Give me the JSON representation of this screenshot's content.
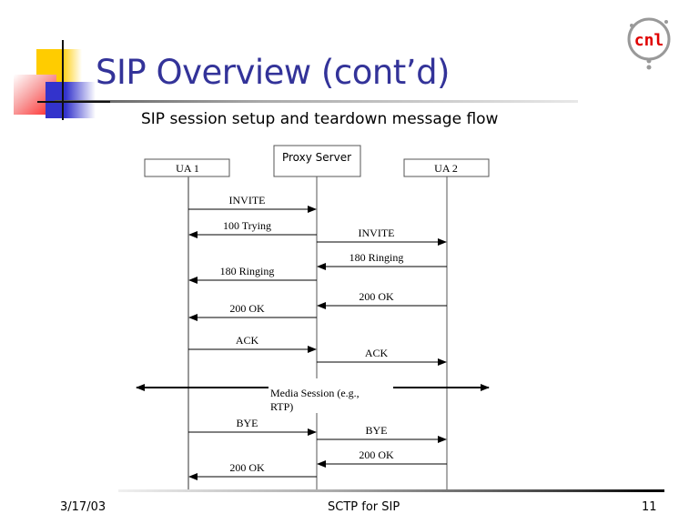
{
  "slide": {
    "title": "SIP Overview (cont’d)",
    "subtitle": "SIP session setup and teardown message flow",
    "logo_text": "cnl",
    "accent_colors": {
      "title": "#333399",
      "yellow": "#ffcc00",
      "red": "#ff2020",
      "blue": "#3333cc",
      "logo": "#e00000"
    }
  },
  "diagram": {
    "participants": [
      {
        "id": "ua1",
        "label": "UA 1"
      },
      {
        "id": "proxy",
        "label": "Proxy Server"
      },
      {
        "id": "ua2",
        "label": "UA 2"
      }
    ],
    "messages": [
      {
        "label": "INVITE",
        "from": "ua1",
        "to": "proxy"
      },
      {
        "label": "100 Trying",
        "from": "proxy",
        "to": "ua1"
      },
      {
        "label": "INVITE",
        "from": "proxy",
        "to": "ua2"
      },
      {
        "label": "180 Ringing",
        "from": "ua2",
        "to": "proxy"
      },
      {
        "label": "180 Ringing",
        "from": "proxy",
        "to": "ua1"
      },
      {
        "label": "200  OK",
        "from": "ua2",
        "to": "proxy"
      },
      {
        "label": "200  OK",
        "from": "proxy",
        "to": "ua1"
      },
      {
        "label": "ACK",
        "from": "ua1",
        "to": "proxy"
      },
      {
        "label": "ACK",
        "from": "proxy",
        "to": "ua2"
      },
      {
        "label": "BYE",
        "from": "ua1",
        "to": "proxy"
      },
      {
        "label": "BYE",
        "from": "proxy",
        "to": "ua2"
      },
      {
        "label": "200  OK",
        "from": "ua2",
        "to": "proxy"
      },
      {
        "label": "200  OK",
        "from": "proxy",
        "to": "ua1"
      }
    ],
    "media_session": {
      "line1": "Media Session (e.g.,",
      "line2": "RTP)"
    }
  },
  "footer": {
    "date": "3/17/03",
    "center": "SCTP for SIP",
    "page": "11"
  }
}
